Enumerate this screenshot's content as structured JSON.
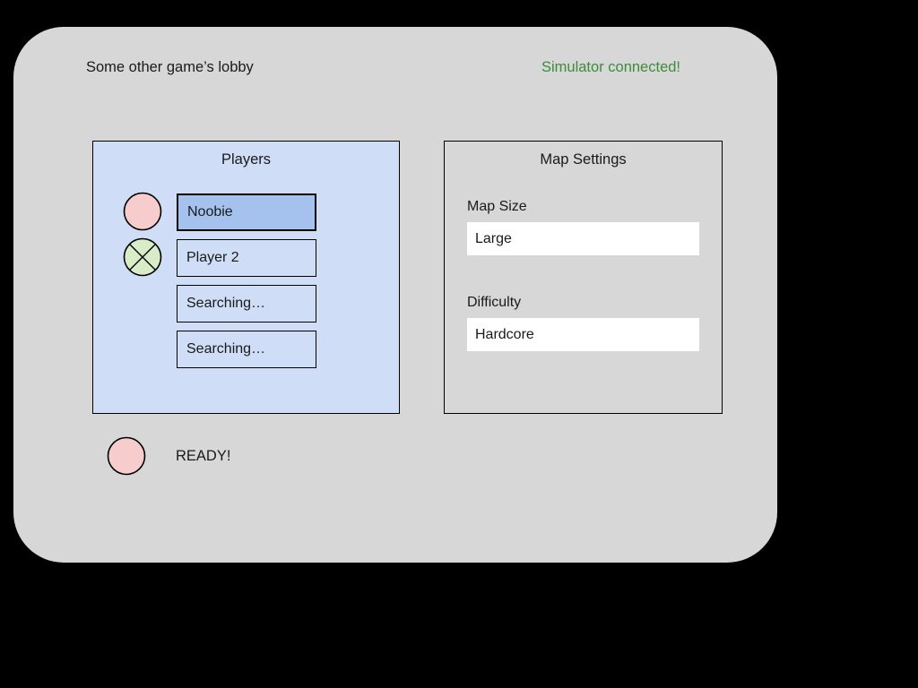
{
  "app": {
    "background_color": "#000000",
    "modal_color": "#d7d7d7"
  },
  "header": {
    "title": "Some other game’s lobby",
    "connection_status": "Simulator connected!",
    "connection_status_color": "#3d8b3d"
  },
  "players_panel": {
    "heading": "Players",
    "background_color": "#cfddf7",
    "rows": [
      {
        "label": "Noobie",
        "selected": true,
        "status_icon": "ready-circle-icon",
        "status_color": "#f7cccc",
        "has_status_icon": true
      },
      {
        "label": "Player 2",
        "selected": false,
        "status_icon": "not-ready-cross-circle-icon",
        "status_color": "#d9ecc8",
        "has_status_icon": true
      },
      {
        "label": "Searching…",
        "selected": false,
        "status_icon": "",
        "status_color": "",
        "has_status_icon": false
      },
      {
        "label": "Searching…",
        "selected": false,
        "status_icon": "",
        "status_color": "",
        "has_status_icon": false
      }
    ]
  },
  "map_settings_panel": {
    "heading": "Map Settings",
    "background_color": "#d7d7d7",
    "fields": [
      {
        "label": "Map Size",
        "value": "Large"
      },
      {
        "label": "Difficulty",
        "value": "Hardcore"
      }
    ]
  },
  "ready_control": {
    "label": "READY!",
    "status_icon": "ready-circle-icon",
    "status_color": "#f7cccc"
  }
}
